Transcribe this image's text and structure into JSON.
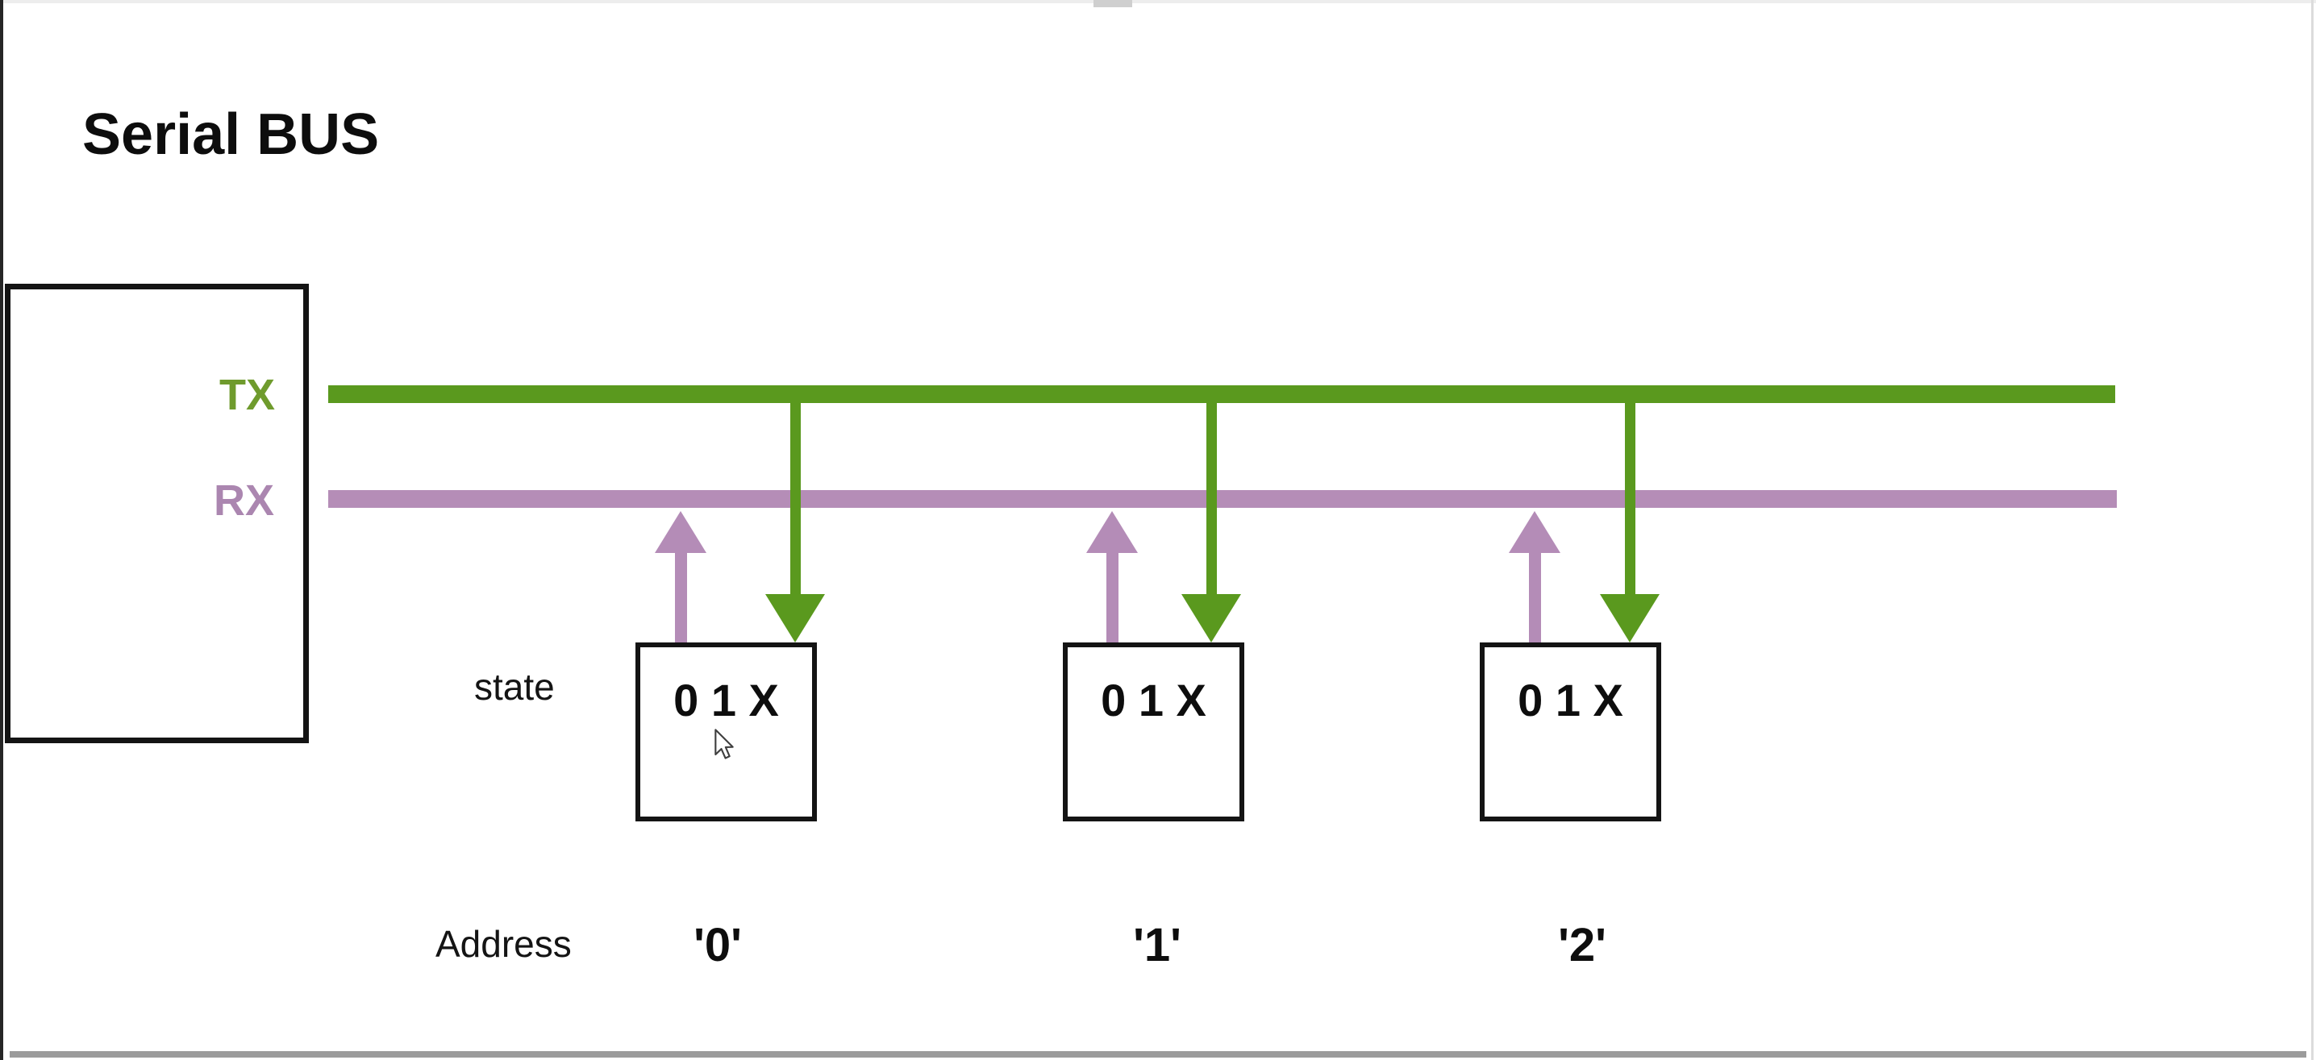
{
  "title": "Serial BUS",
  "controller": {
    "tx_label": "TX",
    "rx_label": "RX"
  },
  "labels": {
    "state": "state",
    "address": "Address"
  },
  "nodes": [
    {
      "state_text": "0 1 X",
      "address": "'0'"
    },
    {
      "state_text": "0 1 X",
      "address": "'1'"
    },
    {
      "state_text": "0 1 X",
      "address": "'2'"
    }
  ],
  "colors": {
    "tx_green": "#5a991e",
    "tx_label_green": "#6f9b2d",
    "rx_purple": "#b58db7",
    "rx_label_purple": "#ab86b0",
    "box_border_black": "#141414",
    "bottom_divider_gray": "#9b9b9b"
  }
}
